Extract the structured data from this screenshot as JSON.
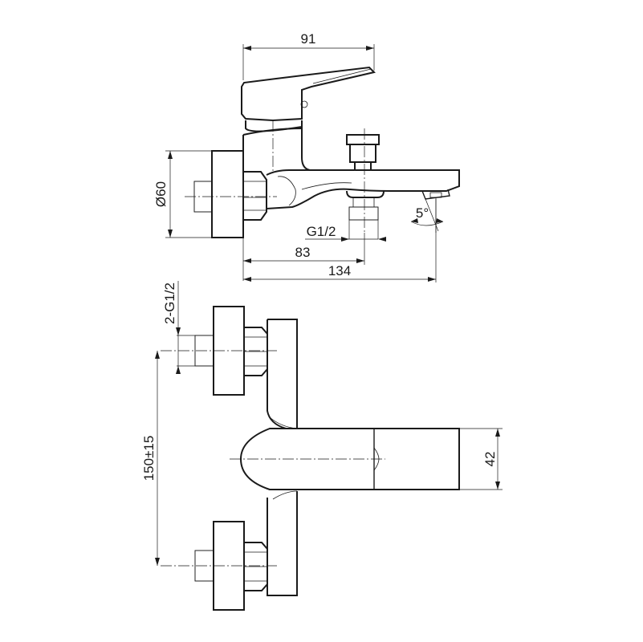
{
  "dimensions": {
    "width_top": "91",
    "diameter_flange": "Ø60",
    "outlet_thread": "G1/2",
    "outlet_offset": "83",
    "overall_length": "134",
    "spout_angle": "5°",
    "inlet_thread": "2-G1/2",
    "inlet_spacing": "150±15",
    "body_height": "42"
  },
  "colors": {
    "line": "#1a1a1a",
    "background": "#ffffff"
  }
}
